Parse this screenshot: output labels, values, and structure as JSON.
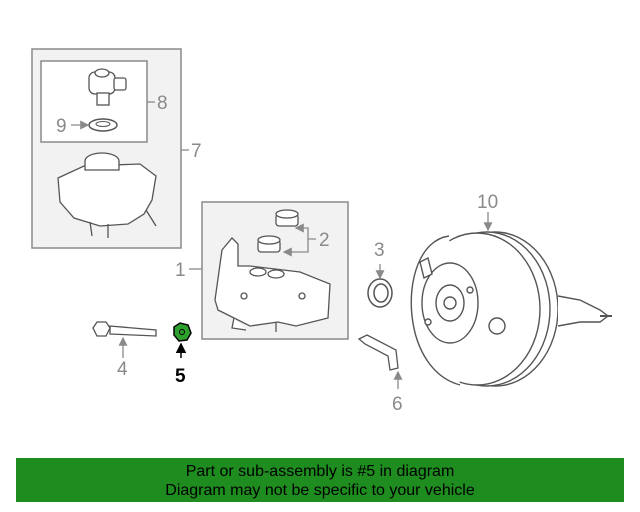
{
  "callouts": {
    "c1": "1",
    "c2": "2",
    "c3": "3",
    "c4": "4",
    "c5": "5",
    "c6": "6",
    "c7": "7",
    "c8": "8",
    "c9": "9",
    "c10": "10"
  },
  "highlight_color": "#1e8c1e",
  "banner": {
    "line1": "Part or sub-assembly is #5 in diagram",
    "line2": "Diagram may not be specific to your vehicle"
  }
}
